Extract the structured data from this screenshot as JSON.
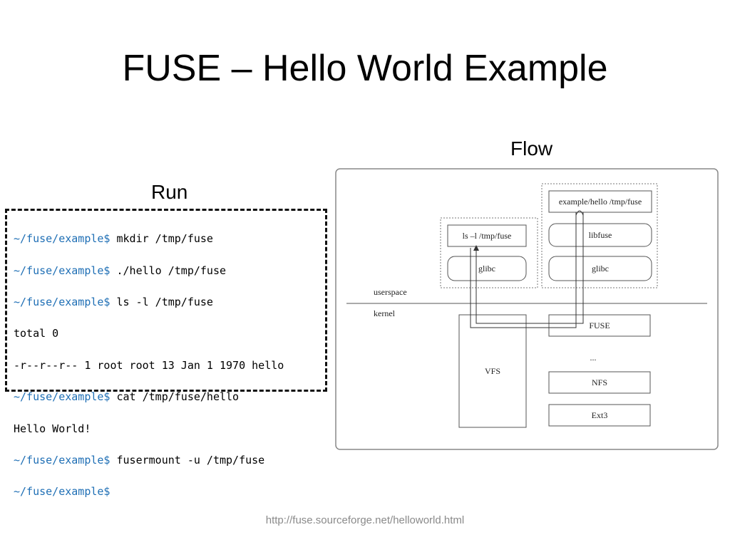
{
  "slide": {
    "title": "FUSE – Hello World Example",
    "run_label": "Run",
    "flow_label": "Flow",
    "footer_link": "http://fuse.sourceforge.net/helloworld.html"
  },
  "terminal": {
    "prompt_color": "#1f6fb5",
    "lines": [
      {
        "prompt": "~/fuse/example$",
        "text": " mkdir /tmp/fuse"
      },
      {
        "prompt": "~/fuse/example$",
        "text": " ./hello /tmp/fuse"
      },
      {
        "prompt": "~/fuse/example$",
        "text": " ls -l /tmp/fuse"
      },
      {
        "prompt": "",
        "text": "total 0"
      },
      {
        "prompt": "",
        "text": "-r--r--r-- 1 root root 13 Jan 1 1970 hello"
      },
      {
        "prompt": "~/fuse/example$",
        "text": " cat /tmp/fuse/hello"
      },
      {
        "prompt": "",
        "text": "Hello World!"
      },
      {
        "prompt": "~/fuse/example$",
        "text": " fusermount -u /tmp/fuse"
      },
      {
        "prompt": "~/fuse/example$",
        "text": ""
      }
    ]
  },
  "diagram": {
    "userspace_label": "userspace",
    "kernel_label": "kernel",
    "ls_box": "ls –l /tmp/fuse",
    "glibc_left": "glibc",
    "example_box": "example/hello /tmp/fuse",
    "libfuse": "libfuse",
    "glibc_right": "glibc",
    "fuse": "FUSE",
    "vfs": "VFS",
    "ellipsis": "...",
    "nfs": "NFS",
    "ext3": "Ext3"
  }
}
